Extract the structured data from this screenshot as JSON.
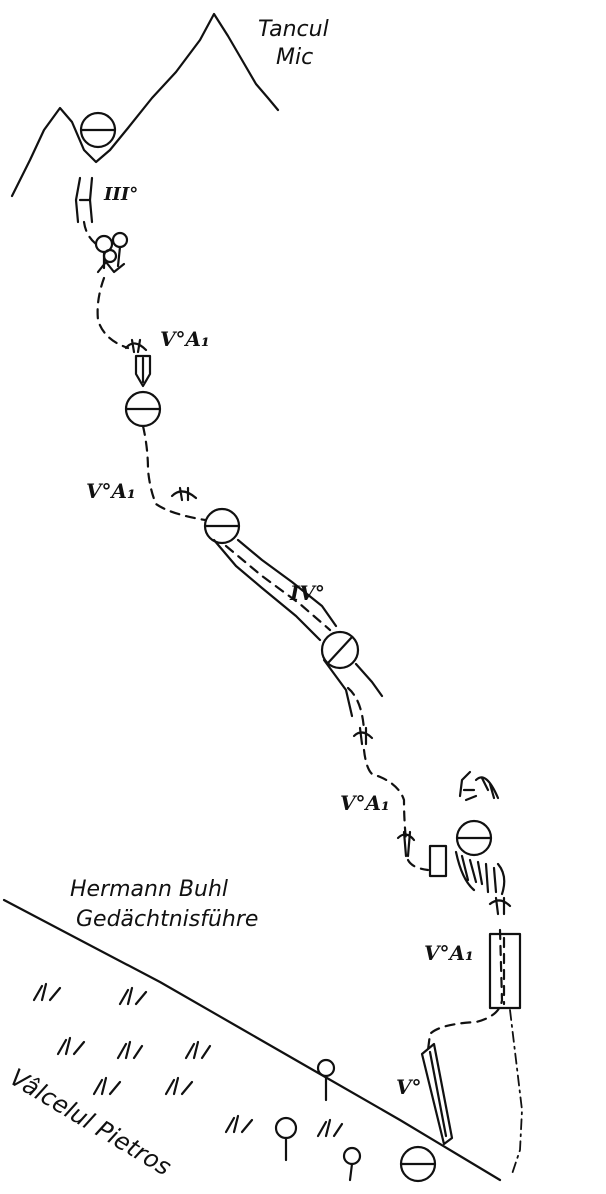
{
  "labels": {
    "peak_line1": "Tancul",
    "peak_line2": "Mic",
    "route_line1": "Hermann Buhl",
    "route_line2": "Gedächtnisführe",
    "valley": "Vâlcelul Pietros"
  },
  "grades": {
    "g1": "III°",
    "g2": "V°A₁",
    "g3": "V°A₁",
    "g4": "IV°",
    "g5": "V°A₁",
    "g6": "V°A₁",
    "g7": "V°"
  },
  "colors": {
    "ink": "#111111",
    "paper": "#ffffff"
  }
}
